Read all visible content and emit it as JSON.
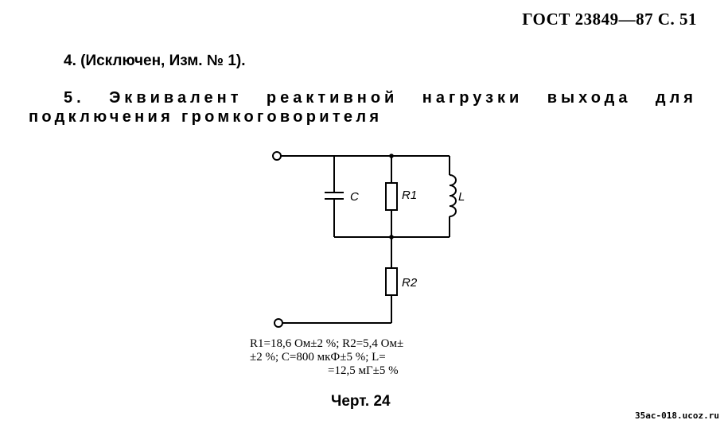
{
  "header": {
    "title": "ГОСТ 23849—87 С. 51"
  },
  "items": {
    "item4": "4. (Исключен, Изм. № 1).",
    "item5_words": [
      "5.",
      "Эквивалент",
      "реактивной",
      "нагрузки",
      "выхода",
      "для"
    ],
    "item5_line2": "подключения громкоговорителя"
  },
  "circuit": {
    "labels": {
      "c": "C",
      "r1": "R1",
      "l": "L",
      "r2": "R2"
    }
  },
  "params": {
    "line1": "R1=18,6 Ом±2 %;   R2=5,4 Ом±",
    "line2": "±2 %;    C=800 мкФ±5 %;     L=",
    "line3": "=12,5 мГ±5 %"
  },
  "caption": "Черт. 24",
  "watermark": "35ac-018.ucoz.ru"
}
